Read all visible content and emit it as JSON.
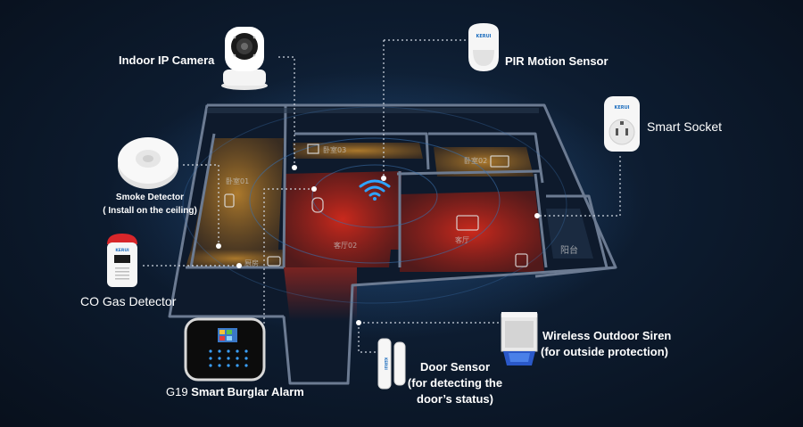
{
  "labels": {
    "camera": "Indoor IP Camera",
    "pir": "PIR Motion Sensor",
    "socket": "Smart Socket",
    "smoke_title": "Smoke Detector",
    "smoke_note": "( Install on the ceiling)",
    "co": "CO Gas Detector",
    "alarm_model": "G19",
    "alarm_name": "Smart Burglar Alarm",
    "siren_title": "Wireless Outdoor Siren",
    "siren_note": "(for outside protection)",
    "door_title": "Door Sensor",
    "door_note1": "(for detecting the",
    "door_note2": "door’s status)"
  },
  "rooms": {
    "room1": "卧室01",
    "room2": "卧室02",
    "room3": "卧室03",
    "hall": "客厅02",
    "living": "客厅",
    "kitchen": "厨房",
    "balcony": "阳台"
  },
  "brand": "KERUI",
  "colors": {
    "background": "#0b1628",
    "wall": "#2a3a52",
    "wall_top": "#6c7b92",
    "heat_red": "#c02020",
    "heat_orange": "#c87820",
    "wifi": "#2fa4ff",
    "text": "#ffffff"
  },
  "icons": [
    "camera-icon",
    "pir-sensor-icon",
    "smart-socket-icon",
    "smoke-detector-icon",
    "co-detector-icon",
    "alarm-panel-icon",
    "door-sensor-icon",
    "siren-icon",
    "wifi-icon"
  ]
}
